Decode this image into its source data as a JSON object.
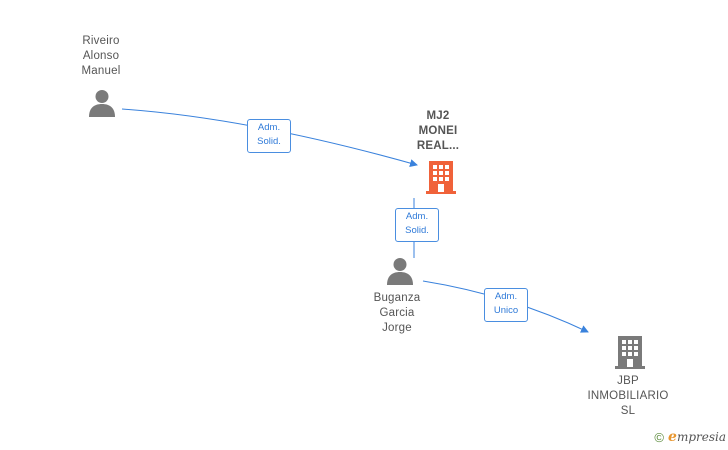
{
  "nodes": {
    "person_riveiro": {
      "label": "Riveiro\nAlonso\nManuel"
    },
    "company_mj2": {
      "label": "MJ2\nMONEI\nREAL..."
    },
    "person_buganza": {
      "label": "Buganza\nGarcia\nJorge"
    },
    "company_jbp": {
      "label": "JBP\nINMOBILIARIO\nSL"
    }
  },
  "edges": {
    "riveiro_to_mj2": {
      "label": "Adm.\nSolid."
    },
    "buganza_to_mj2": {
      "label": "Adm.\nSolid."
    },
    "buganza_to_jbp": {
      "label": "Adm.\nUnico"
    }
  },
  "colors": {
    "person_icon": "#7a7a7a",
    "company_main_icon": "#f0623a",
    "company_other_icon": "#7a7a7a",
    "edge": "#3a82dc"
  },
  "icons": {
    "person": "person-icon",
    "company": "building-icon"
  },
  "branding": {
    "copyright": "©",
    "name_initial": "e",
    "name_rest": "mpresia"
  }
}
